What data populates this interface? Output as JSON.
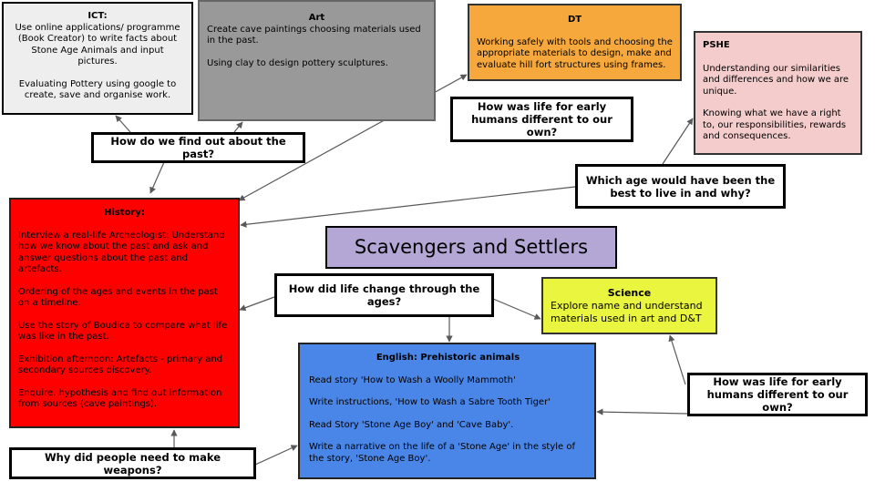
{
  "title": "Scavengers and Settlers",
  "colors": {
    "ict": "#eeeeee",
    "art": "#999999",
    "dt": "#f6a83c",
    "pshe": "#f4cccc",
    "history": "#ff0000",
    "title_bg": "#b4a7d6",
    "science": "#eaf53f",
    "english": "#4a86e8",
    "arrow": "#595959"
  },
  "subjects": {
    "ict": {
      "heading": "ICT:",
      "paragraphs": [
        "Use online applications/ programme (Book Creator) to write facts about Stone Age Animals and input pictures.",
        "Evaluating Pottery using google to create, save and organise work."
      ]
    },
    "art": {
      "heading": "Art",
      "paragraphs": [
        "Create cave paintings choosing materials used in the past.",
        "Using clay to design pottery sculptures."
      ]
    },
    "dt": {
      "heading": "DT",
      "paragraphs": [
        "Working safely with tools and choosing the appropriate materials to design, make and evaluate hill fort structures using frames."
      ]
    },
    "pshe": {
      "heading": "PSHE",
      "paragraphs": [
        "Understanding our similarities and differences and how we are unique.",
        "Knowing what we have a right to, our responsibilities, rewards and consequences."
      ]
    },
    "history": {
      "heading": "History:",
      "paragraphs": [
        "Interview a real-life Archeologist: Understand how we know about the past and ask and answer questions about the past and artefacts.",
        "Ordering of the ages and events in the past on a timeline.",
        "Use the story of Boudica to compare what life was like in the past.",
        "Exhibition afternoon: Artefacts - primary and secondary sources discovery.",
        "Enquire, hypothesis and find out information from sources (cave paintings)."
      ]
    },
    "science": {
      "heading": "Science",
      "paragraphs": [
        "Explore name and understand materials used in art and D&T"
      ]
    },
    "english": {
      "heading": "English: Prehistoric animals",
      "paragraphs": [
        "Read story 'How to Wash a Woolly Mammoth'",
        "Write instructions, 'How to Wash a Sabre Tooth Tiger'",
        "Read Story 'Stone Age Boy' and 'Cave Baby'.",
        "Write a narrative on the life of a 'Stone Age' in the style of the story, 'Stone Age Boy'."
      ]
    }
  },
  "questions": {
    "find_out": "How do we find out about the past?",
    "life_top": "How was life for early humans different to our own?",
    "which_age": "Which age would have been the best to live in and why?",
    "life_change": "How did life change through the ages?",
    "life_bottom": "How was life for early humans different to our own?",
    "weapons": "Why did people need to make weapons?"
  }
}
